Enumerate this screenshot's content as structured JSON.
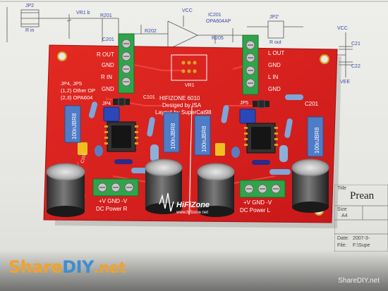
{
  "schematic": {
    "labels": {
      "jp2": "JP2",
      "rin": "R in",
      "vr1b": "VR1 b",
      "r201": "R201",
      "c201_top": "C201",
      "r202": "R202",
      "vcc_top": "VCC",
      "ic201": "IC201",
      "opa604ap": "OPA604AP",
      "r205": "R205",
      "jp2p": "JP2'",
      "rout": "R out",
      "vcc_right": "VCC",
      "c21": "C21",
      "c22": "C22",
      "vee": "VEE"
    }
  },
  "board": {
    "top_pins_right": [
      "R OUT",
      "GND",
      "R IN",
      "GND"
    ],
    "top_pins_left": [
      "L OUT",
      "GND",
      "L IN",
      "GND"
    ],
    "jumper_note": [
      "JP4, JP5",
      "(1,2) Other OP",
      "(2,3) OPA604"
    ],
    "credit": [
      "HIFIZONE 6010",
      "Desiged by ISA",
      "Layout by SuperCat98"
    ],
    "vr1": "VR1",
    "jp4": "JP4",
    "jp5": "JP5",
    "c101": "C101",
    "c201": "C201",
    "c102": "C102",
    "cap_left": "100nJBR8",
    "cap_mid_left": "100nJBR8",
    "cap_mid_right": "100nJBR8",
    "cap_right": "100nJBR8",
    "power_labels_r": [
      "+V GND -V",
      "DC Power R"
    ],
    "power_labels_l": [
      "+V GND -V",
      "DC Power L"
    ],
    "brand": "HiFiZone",
    "url": "www.hifizone.net"
  },
  "title_block": {
    "title_label": "Title",
    "title_value": "Prean",
    "size_label": "Size",
    "size_value": "A4",
    "date_label": "Date:",
    "date_value": "2007-3-",
    "file_label": "File:",
    "file_value": "F:\\Supe"
  },
  "branding": {
    "logo_share": "Share",
    "logo_diy": "DIY",
    "logo_net": ".net",
    "watermark": "ShareDIY.net"
  },
  "colors": {
    "pcb_red": "#d8201d",
    "pcb_dark": "#b21212",
    "terminal_green": "#2fa54a",
    "cap_blue": "#4f7cc7",
    "pot_blue": "#2a48b8",
    "logo_orange": "#f0a22a",
    "logo_blue": "#3c8fd0"
  }
}
